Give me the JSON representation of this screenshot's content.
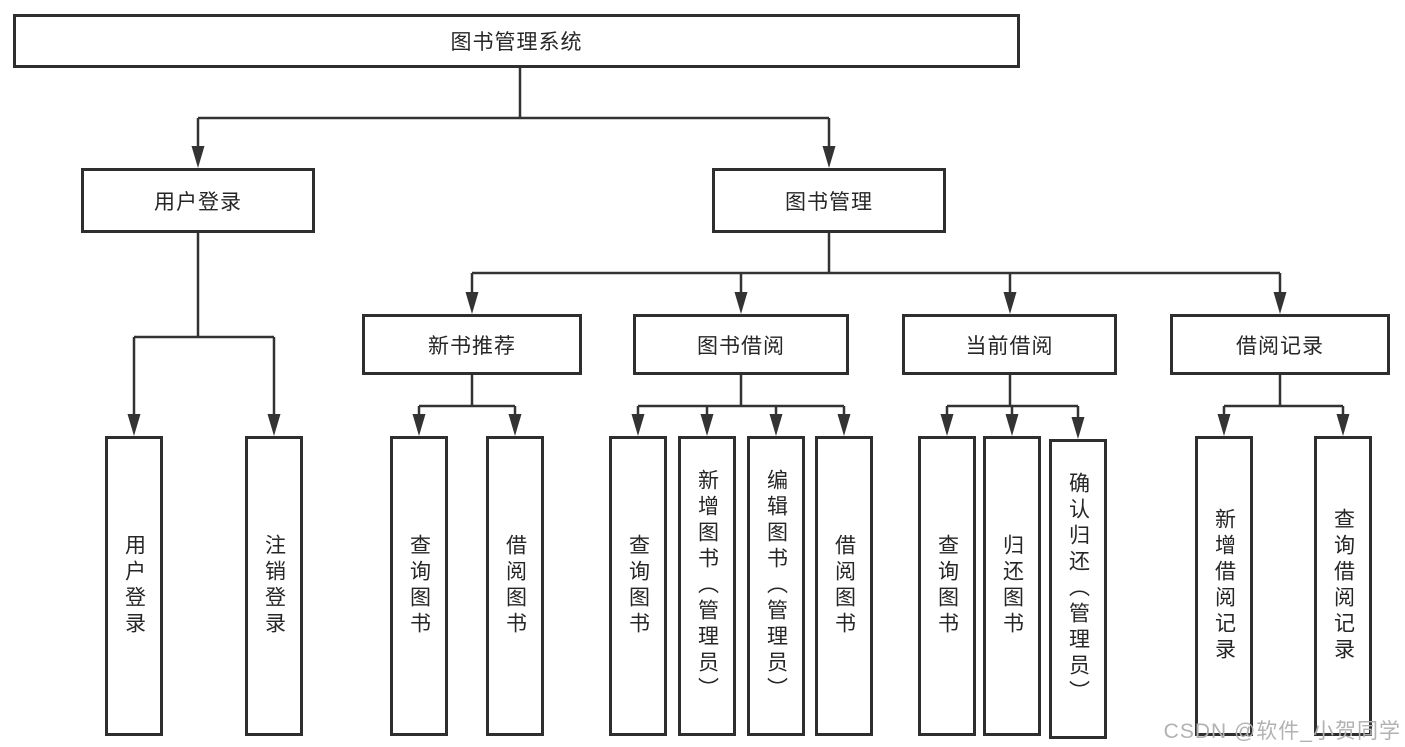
{
  "diagram_type": "functional-structure-chart",
  "tree": {
    "root": {
      "label": "图书管理系统"
    },
    "children": [
      {
        "label": "用户登录",
        "children": [
          {
            "label": "用户登录"
          },
          {
            "label": "注销登录"
          }
        ]
      },
      {
        "label": "图书管理",
        "children": [
          {
            "label": "新书推荐",
            "children": [
              {
                "label": "查询图书"
              },
              {
                "label": "借阅图书"
              }
            ]
          },
          {
            "label": "图书借阅",
            "children": [
              {
                "label": "查询图书"
              },
              {
                "label": "新增图书（管理员）"
              },
              {
                "label": "编辑图书（管理员）"
              },
              {
                "label": "借阅图书"
              }
            ]
          },
          {
            "label": "当前借阅",
            "children": [
              {
                "label": "查询图书"
              },
              {
                "label": "归还图书"
              },
              {
                "label": "确认归还（管理员）"
              }
            ]
          },
          {
            "label": "借阅记录",
            "children": [
              {
                "label": "新增借阅记录"
              },
              {
                "label": "查询借阅记录"
              }
            ]
          }
        ]
      }
    ]
  },
  "watermark": "CSDN @软件_小贺同学",
  "colors": {
    "line": "#333333",
    "box_border": "#2e2e2e",
    "text": "#262626",
    "watermark": "#b2b2b2",
    "background": "#ffffff"
  }
}
